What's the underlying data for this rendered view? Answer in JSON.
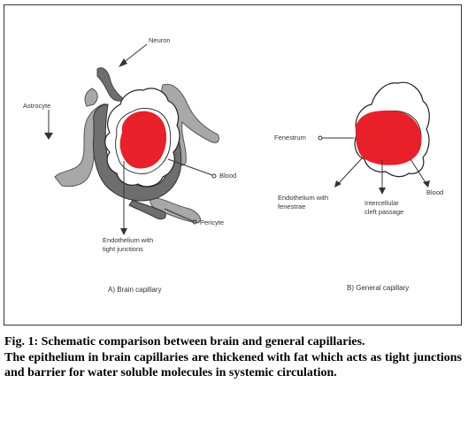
{
  "diagram": {
    "labels": {
      "neuron": "Neuron",
      "astrocyte": "Astrocyte",
      "blood_a": "Blood",
      "pericyte": "Pericyte",
      "endothelium_tight_1": "Endothelium with",
      "endothelium_tight_2": "tight junctions",
      "fenestrum": "Fenestrum",
      "blood_b": "Blood",
      "endothelium_fen_1": "Endothelium with",
      "endothelium_fen_2": "fenestrae",
      "cleft_1": "Intercellular",
      "cleft_2": "cleft passage"
    },
    "panels": {
      "a": "A) Brain capillary",
      "b": "B) General capillary"
    },
    "colors": {
      "blood": "#e8202a",
      "endothelium": "#6e6e6e",
      "astrocyte": "#a8a8a8",
      "outline": "#222222"
    }
  },
  "caption": {
    "title": "Fig. 1: Schematic comparison between brain and general capillaries.",
    "body": "The epithelium in brain capillaries are thickened with fat which acts as tight junctions and barrier for water soluble molecules in systemic circulation."
  }
}
